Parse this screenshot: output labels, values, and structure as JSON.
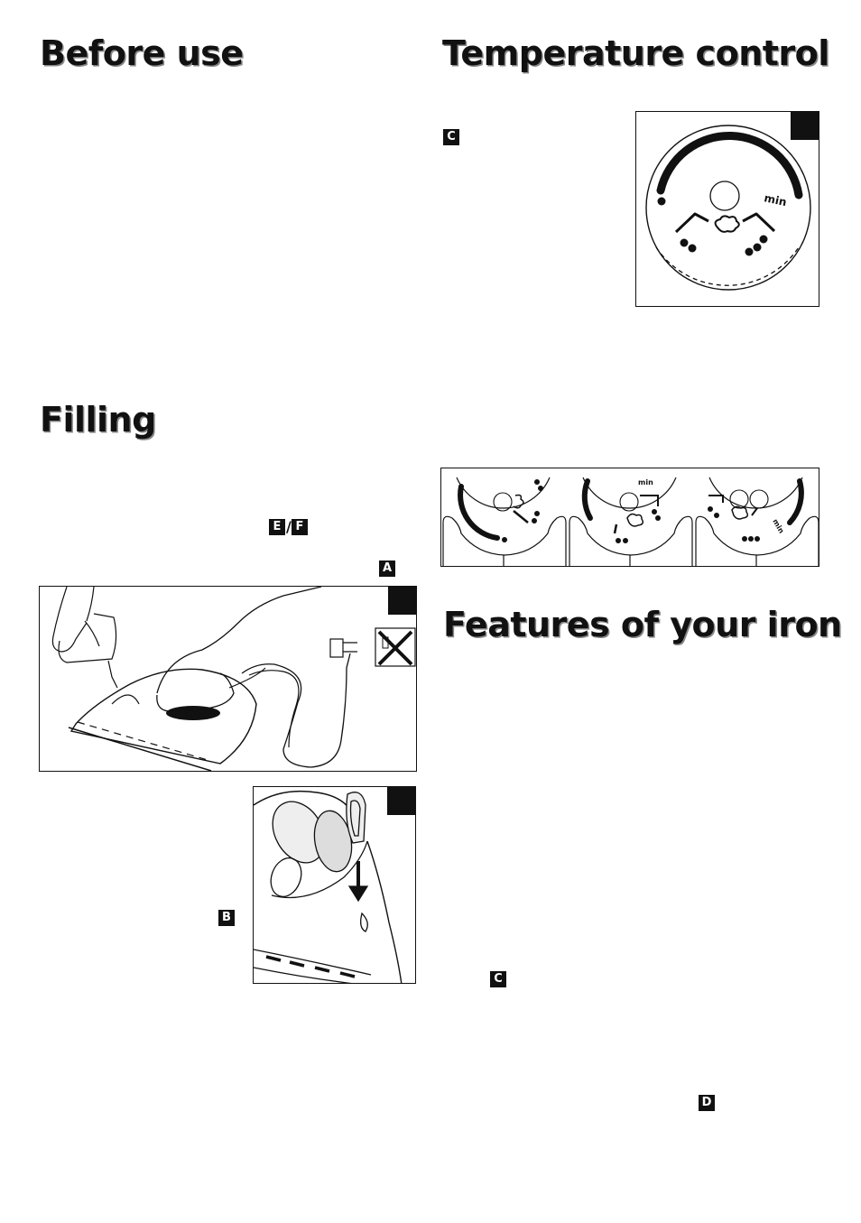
{
  "headings": {
    "before_use": "Before use",
    "temperature_control": "Temperature control",
    "filling": "Filling",
    "features": "Features of your iron"
  },
  "tags": {
    "temp_c": "C",
    "fill_e": "E",
    "fill_sep": "/",
    "fill_f": "F",
    "fill_a": "A",
    "fill_b": "B",
    "features_c": "C",
    "features_d": "D"
  },
  "dial": {
    "min_label": "min"
  },
  "dial_strip": {
    "min_label": "min"
  }
}
